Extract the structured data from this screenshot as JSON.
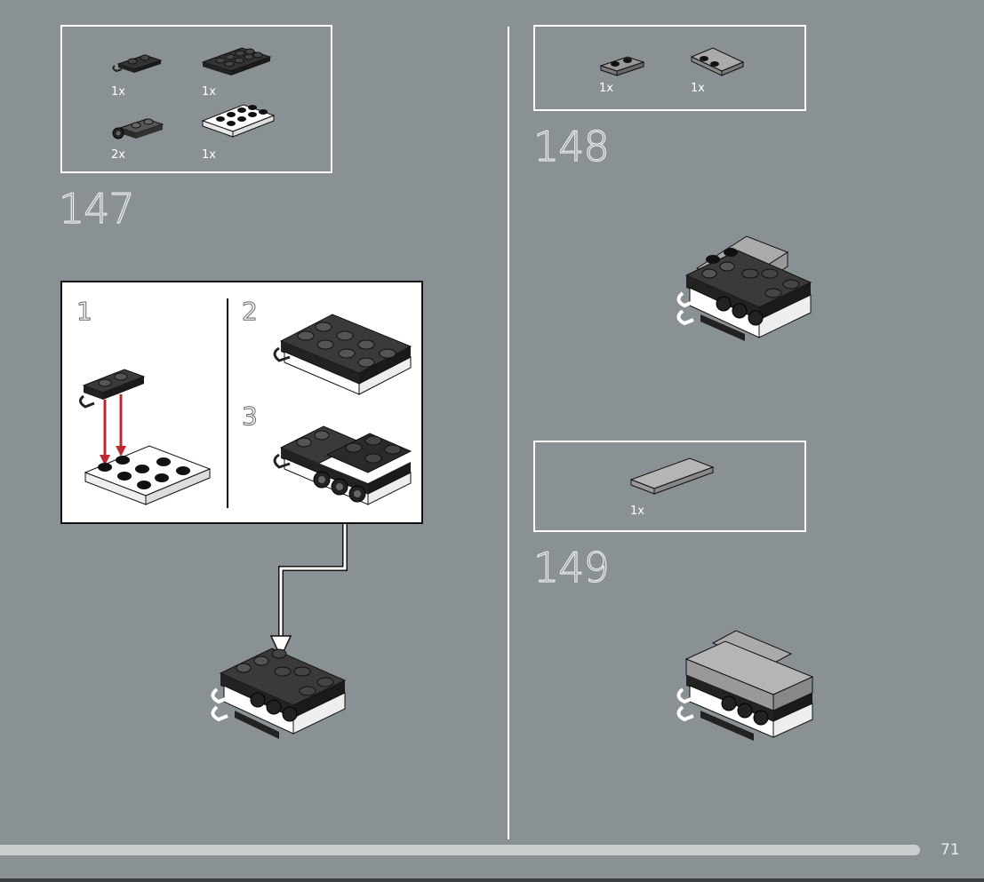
{
  "page_number": "71",
  "steps": [
    {
      "number": "147",
      "parts": [
        {
          "qty": "1x",
          "icon": "black-plate-1x2-with-clip-icon"
        },
        {
          "qty": "1x",
          "icon": "black-plate-2x4-icon"
        },
        {
          "qty": "2x",
          "icon": "dark-plate-with-clip-icon"
        },
        {
          "qty": "1x",
          "icon": "white-plate-2x4-icon"
        }
      ],
      "substeps": [
        "1",
        "2",
        "3"
      ]
    },
    {
      "number": "148",
      "parts": [
        {
          "qty": "1x",
          "icon": "grey-plate-1x2-icon"
        },
        {
          "qty": "1x",
          "icon": "grey-tile-2x2-icon"
        }
      ]
    },
    {
      "number": "149",
      "parts": [
        {
          "qty": "1x",
          "icon": "grey-tile-2x4-icon"
        }
      ]
    }
  ],
  "colors": {
    "background": "#8a9194",
    "frame": "#ffffff",
    "arrow_red": "#c0282f"
  }
}
